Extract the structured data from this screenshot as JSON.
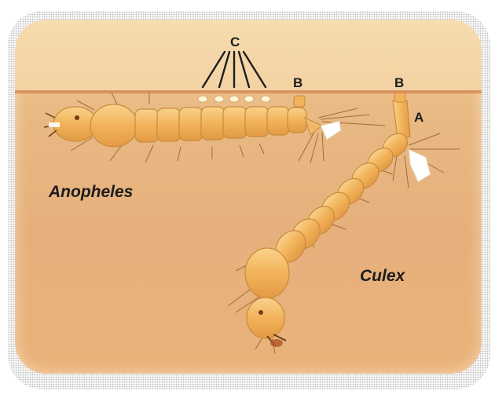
{
  "labels": {
    "c": "C",
    "b_left": "B",
    "b_right": "B",
    "a": "A",
    "anopheles": "Anopheles",
    "culex": "Culex"
  },
  "colors": {
    "air": "#f6dcaf",
    "water": "#e8b882",
    "waterline": "#d9935f",
    "larva_body": "#f2b860",
    "larva_outline": "#c98a3c",
    "label_text": "#1c1c1c"
  }
}
